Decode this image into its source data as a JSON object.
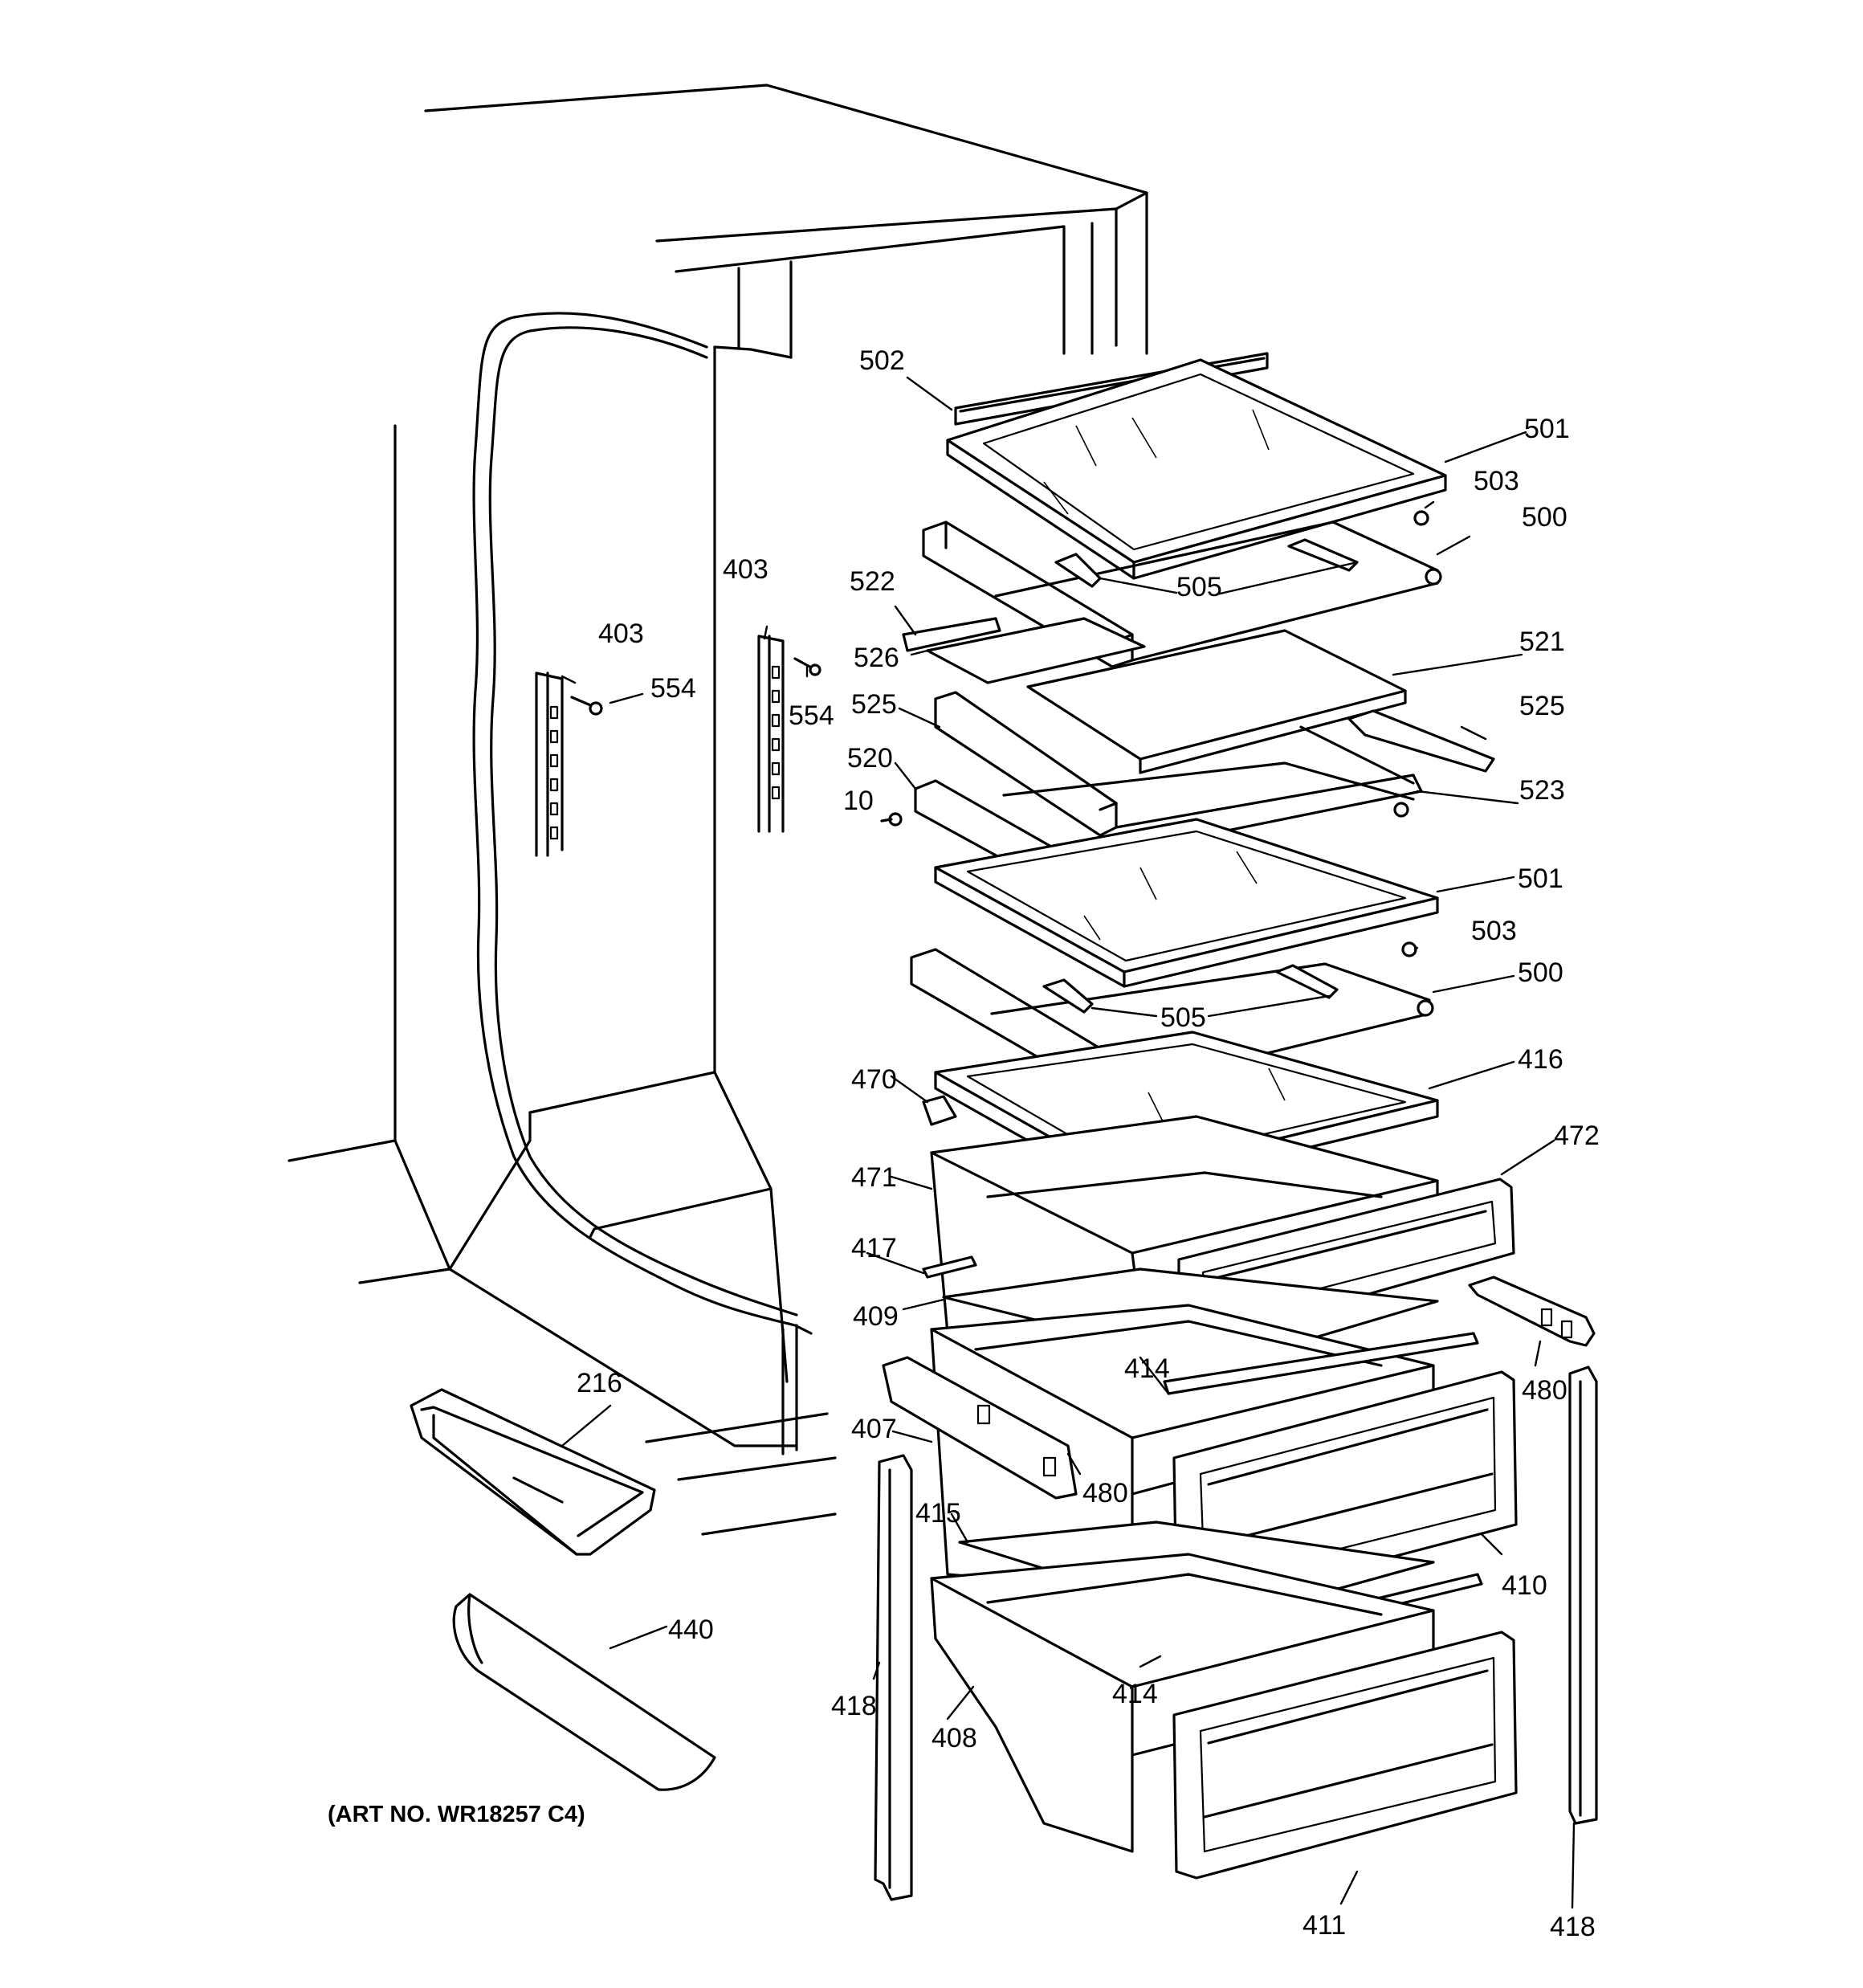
{
  "art_number": "(ART NO. WR18257 C4)",
  "labels": {
    "l502": "502",
    "l501a": "501",
    "l503a": "503",
    "l500a": "500",
    "l505a": "505",
    "l522": "522",
    "l526": "526",
    "l521": "521",
    "l525a": "525",
    "l525b": "525",
    "l520": "520",
    "l10": "10",
    "l523": "523",
    "l501b": "501",
    "l503b": "503",
    "l500b": "500",
    "l505b": "505",
    "l470": "470",
    "l416": "416",
    "l472": "472",
    "l471": "471",
    "l417": "417",
    "l409": "409",
    "l414a": "414",
    "l480a": "480",
    "l407": "407",
    "l480b": "480",
    "l415": "415",
    "l410": "410",
    "l414b": "414",
    "l418a": "418",
    "l408": "408",
    "l411": "411",
    "l418b": "418",
    "l403a": "403",
    "l403b": "403",
    "l554a": "554",
    "l554b": "554",
    "l216": "216",
    "l440": "440"
  }
}
